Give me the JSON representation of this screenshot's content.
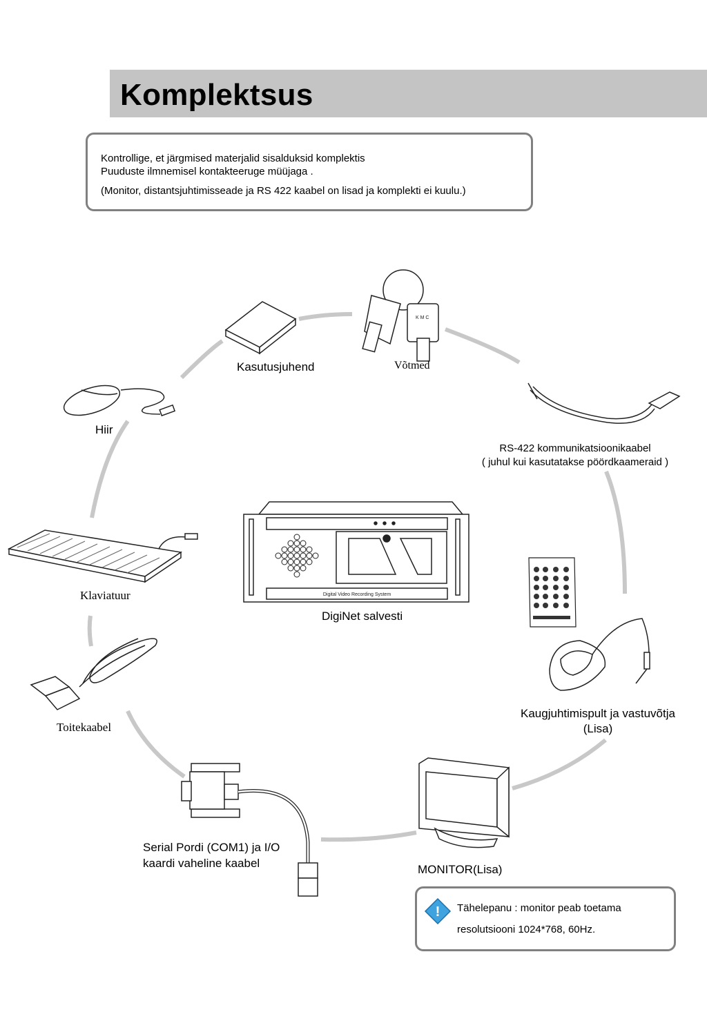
{
  "header": {
    "title": "Komplektsus"
  },
  "intro": {
    "line1": "Kontrollige, et järgmised materjalid sisalduksid komplektis",
    "line2": "Puuduste ilmnemisel kontakteeruge müüjaga .",
    "line3": "(Monitor, distantsjuhtimisseade ja RS 422 kaabel on lisad ja komplekti ei kuulu.)"
  },
  "items": {
    "manual": "Kasutusjuhend",
    "keys": "Võtmed",
    "keys_tag": "K M C",
    "mouse": "Hiir",
    "rs422_line1": "RS-422 kommunikatsioonikaabel",
    "rs422_line2": "( juhul kui kasutatakse pöördkaameraid )",
    "keyboard": "Klaviatuur",
    "dvr": "DigiNet salvesti",
    "dvr_front": "Digital  Video  Recording  System",
    "remote_line1": "Kaugjuhtimispult ja vastuvõtja",
    "remote_line2": "(Lisa)",
    "power": "Toitekaabel",
    "serial_line1": "Serial Pordi (COM1) ja I/O",
    "serial_line2": "kaardi vaheline kaabel",
    "monitor": "MONITOR(Lisa)"
  },
  "note": {
    "icon": "exclamation-icon",
    "line1": "Tähelepanu : monitor peab toetama",
    "line2": "resolutsiooni 1024*768, 60Hz."
  },
  "colors": {
    "title_bar": "#c4c4c4",
    "box_border": "#808080",
    "ring": "#c8c8c8",
    "note_icon": "#3fa3e0"
  }
}
